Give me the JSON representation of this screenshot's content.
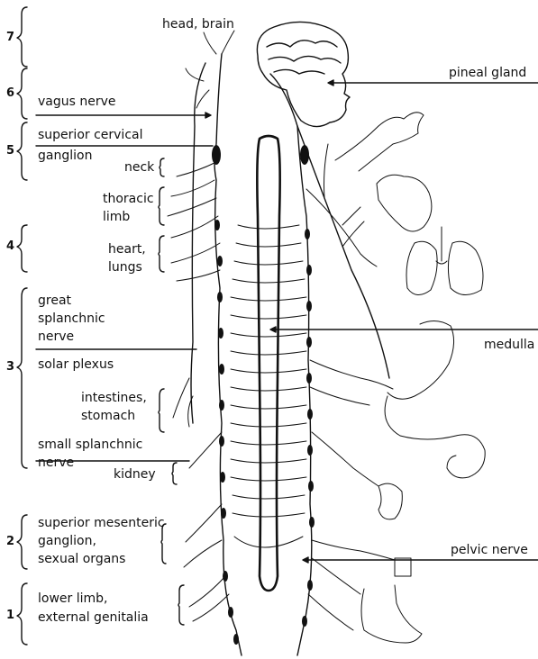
{
  "segments": [
    {
      "number": "7"
    },
    {
      "number": "6"
    },
    {
      "number": "5"
    },
    {
      "number": "4"
    },
    {
      "number": "3"
    },
    {
      "number": "2"
    },
    {
      "number": "1"
    }
  ],
  "labels": {
    "head_brain": "head, brain",
    "vagus_nerve": "vagus nerve",
    "superior_cervical_ganglion": [
      "superior cervical",
      "ganglion"
    ],
    "neck": "neck",
    "thoracic_limb": [
      "thoracic",
      "limb"
    ],
    "heart_lungs": [
      "heart,",
      "lungs"
    ],
    "great_splanchnic_nerve": [
      "great",
      "splanchnic",
      "nerve"
    ],
    "solar_plexus": "solar plexus",
    "intestines_stomach": [
      "intestines,",
      "stomach"
    ],
    "small_splanchnic_nerve": [
      "small splanchnic",
      "nerve"
    ],
    "kidney": "kidney",
    "superior_mesenteric_ganglion": [
      "superior mesenteric",
      "ganglion,",
      "sexual organs"
    ],
    "lower_limb": [
      "lower limb,",
      "external genitalia"
    ],
    "pineal_gland": "pineal gland",
    "medulla": "medulla",
    "pelvic_nerve": "pelvic nerve"
  }
}
